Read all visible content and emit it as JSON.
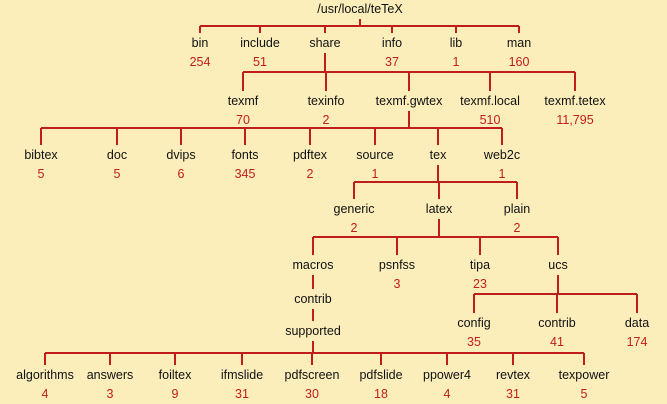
{
  "tree": {
    "line_color": "#c21d1d",
    "text_color": "#111111",
    "count_color": "#c21d1d",
    "background": "#fbeebb",
    "nodes": [
      {
        "id": "root",
        "label": "/usr/local/teTeX",
        "count": ""
      },
      {
        "id": "bin",
        "label": "bin",
        "count": "254",
        "parent": "root"
      },
      {
        "id": "include",
        "label": "include",
        "count": "51",
        "parent": "root"
      },
      {
        "id": "share",
        "label": "share",
        "count": "",
        "parent": "root"
      },
      {
        "id": "info",
        "label": "info",
        "count": "37",
        "parent": "root"
      },
      {
        "id": "lib",
        "label": "lib",
        "count": "1",
        "parent": "root"
      },
      {
        "id": "man",
        "label": "man",
        "count": "160",
        "parent": "root"
      },
      {
        "id": "texmf",
        "label": "texmf",
        "count": "70",
        "parent": "share"
      },
      {
        "id": "texinfo",
        "label": "texinfo",
        "count": "2",
        "parent": "share"
      },
      {
        "id": "texmf-gwtex",
        "label": "texmf.gwtex",
        "count": "",
        "parent": "share"
      },
      {
        "id": "texmf-local",
        "label": "texmf.local",
        "count": "510",
        "parent": "share"
      },
      {
        "id": "texmf-tetex",
        "label": "texmf.tetex",
        "count": "11,795",
        "parent": "share"
      },
      {
        "id": "bibtex",
        "label": "bibtex",
        "count": "5",
        "parent": "texmf-gwtex"
      },
      {
        "id": "doc",
        "label": "doc",
        "count": "5",
        "parent": "texmf-gwtex"
      },
      {
        "id": "dvips",
        "label": "dvips",
        "count": "6",
        "parent": "texmf-gwtex"
      },
      {
        "id": "fonts",
        "label": "fonts",
        "count": "345",
        "parent": "texmf-gwtex"
      },
      {
        "id": "pdftex",
        "label": "pdftex",
        "count": "2",
        "parent": "texmf-gwtex"
      },
      {
        "id": "source",
        "label": "source",
        "count": "1",
        "parent": "texmf-gwtex"
      },
      {
        "id": "tex",
        "label": "tex",
        "count": "",
        "parent": "texmf-gwtex"
      },
      {
        "id": "web2c",
        "label": "web2c",
        "count": "1",
        "parent": "texmf-gwtex"
      },
      {
        "id": "generic",
        "label": "generic",
        "count": "2",
        "parent": "tex"
      },
      {
        "id": "latex",
        "label": "latex",
        "count": "",
        "parent": "tex"
      },
      {
        "id": "plain",
        "label": "plain",
        "count": "2",
        "parent": "tex"
      },
      {
        "id": "macros",
        "label": "macros",
        "count": "",
        "parent": "latex"
      },
      {
        "id": "psnfss",
        "label": "psnfss",
        "count": "3",
        "parent": "latex"
      },
      {
        "id": "tipa",
        "label": "tipa",
        "count": "23",
        "parent": "latex"
      },
      {
        "id": "ucs",
        "label": "ucs",
        "count": "",
        "parent": "latex"
      },
      {
        "id": "contrib-macros",
        "label": "contrib",
        "count": "",
        "parent": "macros"
      },
      {
        "id": "supported",
        "label": "supported",
        "count": "",
        "parent": "contrib-macros"
      },
      {
        "id": "config",
        "label": "config",
        "count": "35",
        "parent": "ucs"
      },
      {
        "id": "contrib-ucs",
        "label": "contrib",
        "count": "41",
        "parent": "ucs"
      },
      {
        "id": "data",
        "label": "data",
        "count": "174",
        "parent": "ucs"
      },
      {
        "id": "algorithms",
        "label": "algorithms",
        "count": "4",
        "parent": "supported"
      },
      {
        "id": "answers",
        "label": "answers",
        "count": "3",
        "parent": "supported"
      },
      {
        "id": "foiltex",
        "label": "foiltex",
        "count": "9",
        "parent": "supported"
      },
      {
        "id": "ifmslide",
        "label": "ifmslide",
        "count": "31",
        "parent": "supported"
      },
      {
        "id": "pdfscreen",
        "label": "pdfscreen",
        "count": "30",
        "parent": "supported"
      },
      {
        "id": "pdfslide",
        "label": "pdfslide",
        "count": "18",
        "parent": "supported"
      },
      {
        "id": "ppower4",
        "label": "ppower4",
        "count": "4",
        "parent": "supported"
      },
      {
        "id": "revtex",
        "label": "revtex",
        "count": "31",
        "parent": "supported"
      },
      {
        "id": "texpower",
        "label": "texpower",
        "count": "5",
        "parent": "supported"
      }
    ]
  }
}
